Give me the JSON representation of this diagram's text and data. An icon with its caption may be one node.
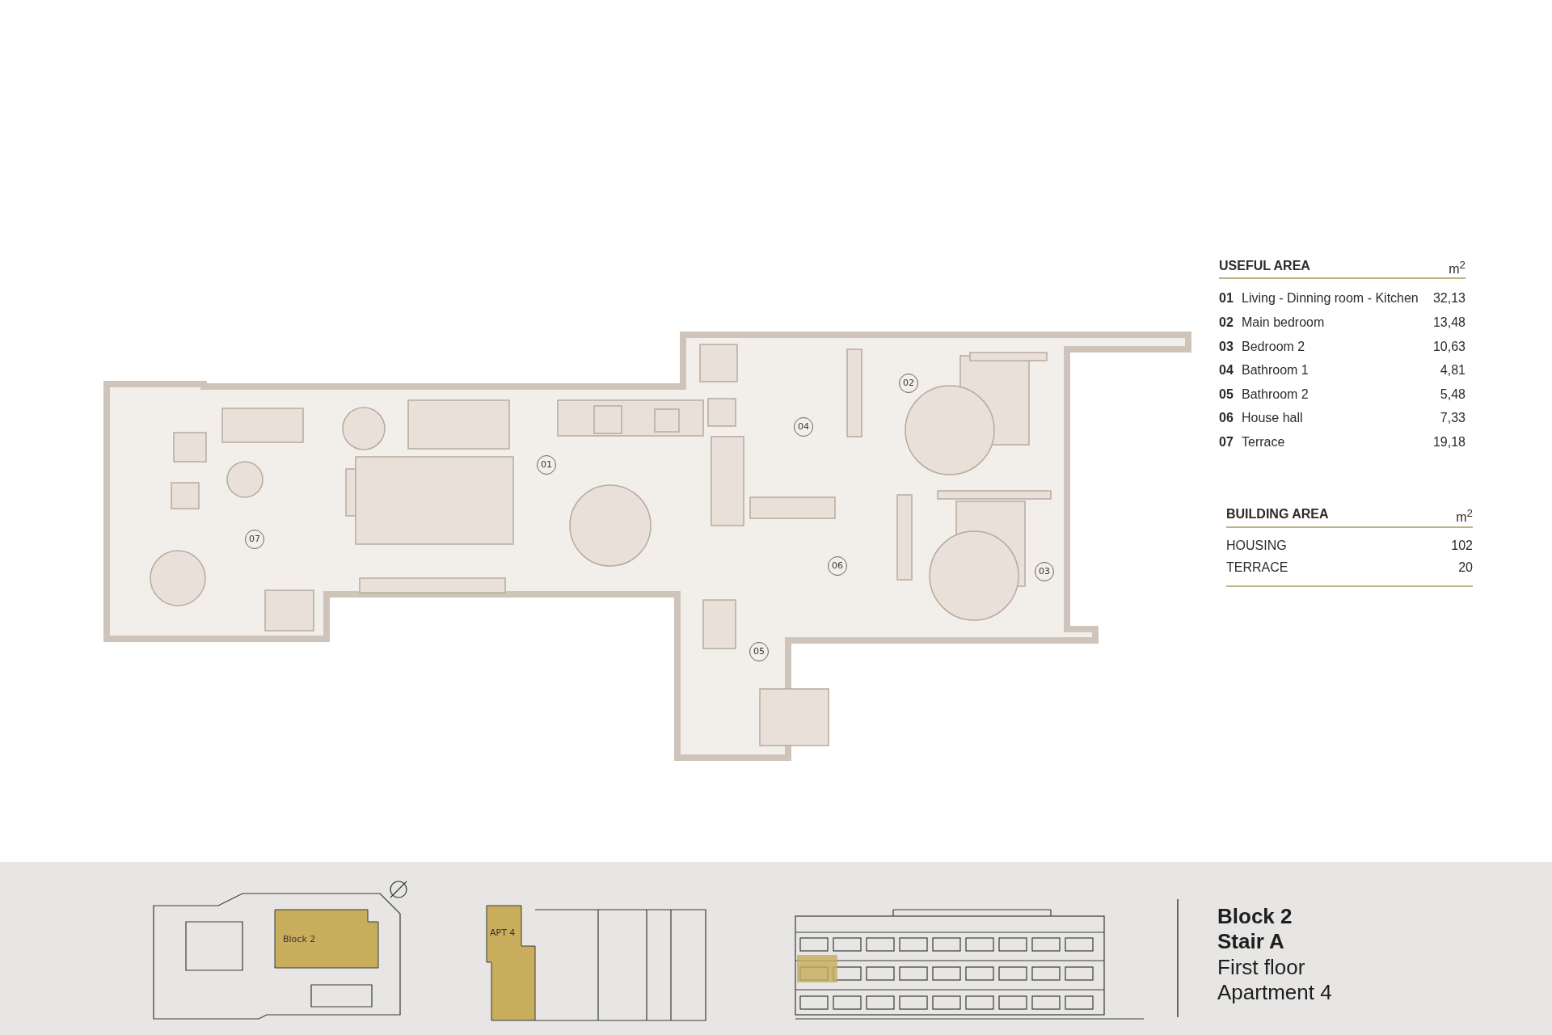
{
  "diagram": {
    "nodes": [
      {
        "text": [
          "01"
        ]
      },
      {
        "text": [
          "02"
        ]
      },
      {
        "text": [
          "03"
        ]
      },
      {
        "text": [
          "04"
        ]
      },
      {
        "text": [
          "05"
        ]
      },
      {
        "text": [
          "06"
        ]
      },
      {
        "text": [
          "07"
        ]
      },
      {
        "text": [
          "Block 2"
        ]
      },
      {
        "text": [
          "APT 4"
        ]
      }
    ],
    "edges": [],
    "labels": [
      "USEFUL AREA",
      "m$^{2}$",
      "01",
      "Living - Dinning room - Kitchen",
      "32,13",
      "02",
      "Main bedroom",
      "13,48",
      "03",
      "Bedroom 2",
      "10,63",
      "04",
      "Bathroom 1",
      "4,81",
      "05",
      "Bathroom 2",
      "5,48",
      "06",
      "House hall",
      "7,33",
      "07",
      "Terrace",
      "19,18",
      "BUILDING AREA",
      "m$^{2}$",
      "HOUSING",
      "102",
      "TERRACE",
      "20",
      "Block 2",
      "Stair A",
      "First floor",
      "Apartment 4"
    ]
  }
}
